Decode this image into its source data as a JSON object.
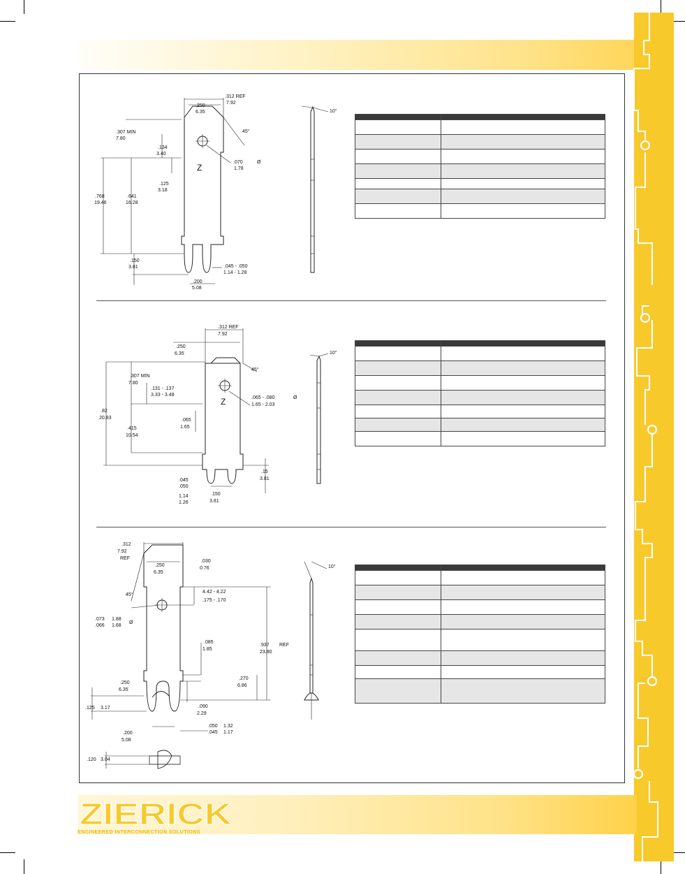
{
  "brand": {
    "name": "ZIERICK",
    "tagline": "ENGINEERED INTERCONNECTION SOLUTIONS"
  },
  "drawings": [
    {
      "labels": {
        "width_ref": ".312  REF",
        "width_ref_mm": "7.92",
        "tab_width": ".250",
        "tab_width_mm": "6.35",
        "min_len": ".307  MIN",
        "min_len_mm": "7.80",
        "hole_pos": ".134",
        "hole_pos_mm": "3.40",
        "hole_dia": ".070",
        "hole_dia_mm": "1.78",
        "dia_symbol": "Ø",
        "angle": "45°",
        "dim_a": ".125",
        "dim_a_mm": "3.18",
        "overall": ".768",
        "overall_mm": "19.46",
        "body": ".641",
        "body_mm": "16.28",
        "pin_len": ".150",
        "pin_len_mm": "3.81",
        "pin_w": ".045 - .050",
        "pin_w_mm": "1.14 - 1.28",
        "pitch": ".200",
        "pitch_mm": "5.08",
        "side_angle": "10°",
        "marker": "Z"
      }
    },
    {
      "labels": {
        "width_ref": ".312  REF",
        "width_ref_mm": "7.92",
        "tab_width": ".250",
        "tab_width_mm": "6.35",
        "min_len": ".307 MIN",
        "min_len_mm": "7.80",
        "hole_pos": ".131 - .137",
        "hole_pos_mm": "3.33 - 3.48",
        "hole_dia": ".065 - .080",
        "hole_dia_mm": "1.65 - 2.03",
        "dia_symbol": "Ø",
        "angle": "45°",
        "overall": ".82",
        "overall_mm": "20.83",
        "shoulder": ".065",
        "shoulder_mm": "1.65",
        "body": ".415",
        "body_mm": "10.54",
        "pin_len": ".15",
        "pin_len_mm": "3.81",
        "pin_w_a": ".045",
        "pin_w_b": ".050",
        "pin_w_mm_a": "1.14",
        "pin_w_mm_b": "1.26",
        "pitch": ".150",
        "pitch_mm": "3.81",
        "side_angle": "10°",
        "marker": "Z"
      }
    },
    {
      "labels": {
        "width_ref": ".312",
        "width_ref_mm": "7.92",
        "ref": "REF",
        "tab_width": ".250",
        "tab_width_mm": "6.35",
        "thickness": ".030",
        "thickness_mm": "0.76",
        "angle": "45°",
        "slot_mm": "4.42 - 4.22",
        "slot": ".175 - .170",
        "hole_a": ".073",
        "hole_a_mm": "1.88",
        "hole_b": ".066",
        "hole_b_mm": "1.68",
        "dia_symbol": "Ø",
        "shoulder": ".085",
        "shoulder_mm": "1.85",
        "overall": ".937",
        "overall_ref": "REF",
        "overall_mm": "23.80",
        "lower_w": ".250",
        "lower_w_mm": "6.35",
        "pin_pos": ".270",
        "pin_pos_mm": "6.86",
        "dim_125": ".125",
        "dim_125_mm": "3.17",
        "dim_090": ".090",
        "dim_090_mm": "2.29",
        "pitch": ".200",
        "pitch_mm": "5.08",
        "pin_w_a": ".050",
        "pin_w_a_mm": "1.32",
        "pin_w_b": ".045",
        "pin_w_b_mm": "1.17",
        "dim_120": ".120",
        "dim_120_mm": "3.04",
        "side_angle": "10°"
      }
    }
  ]
}
